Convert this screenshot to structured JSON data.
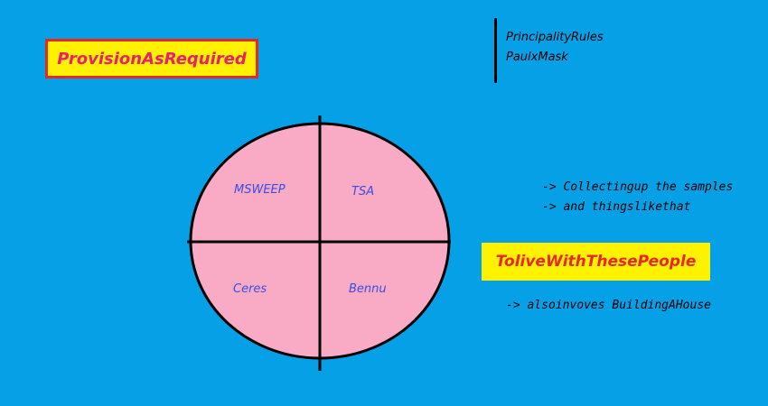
{
  "title_box": {
    "text": "ProvisionAsRequired"
  },
  "notes": [
    "PrincipalityRules",
    "PaulxMask"
  ],
  "diagram": {
    "quadrants": {
      "top_left": "MSWEEP",
      "top_right": "TSA",
      "bottom_left": "Ceres",
      "bottom_right": "Bennu"
    }
  },
  "bullets": [
    "-> Collectingup the samples",
    "-> and thingslikethat"
  ],
  "people_box": {
    "text": "ToliveWithThesePeople"
  },
  "people_note": "-> alsoinvoves BuildingAHouse",
  "colors": {
    "background": "#06a0e6",
    "circle_fill": "#f9aac4",
    "highlight_yellow": "#fff200",
    "title_red_border": "#e8281e",
    "title_text_pink": "#e8206e",
    "label_blue": "#3a4fe0"
  }
}
